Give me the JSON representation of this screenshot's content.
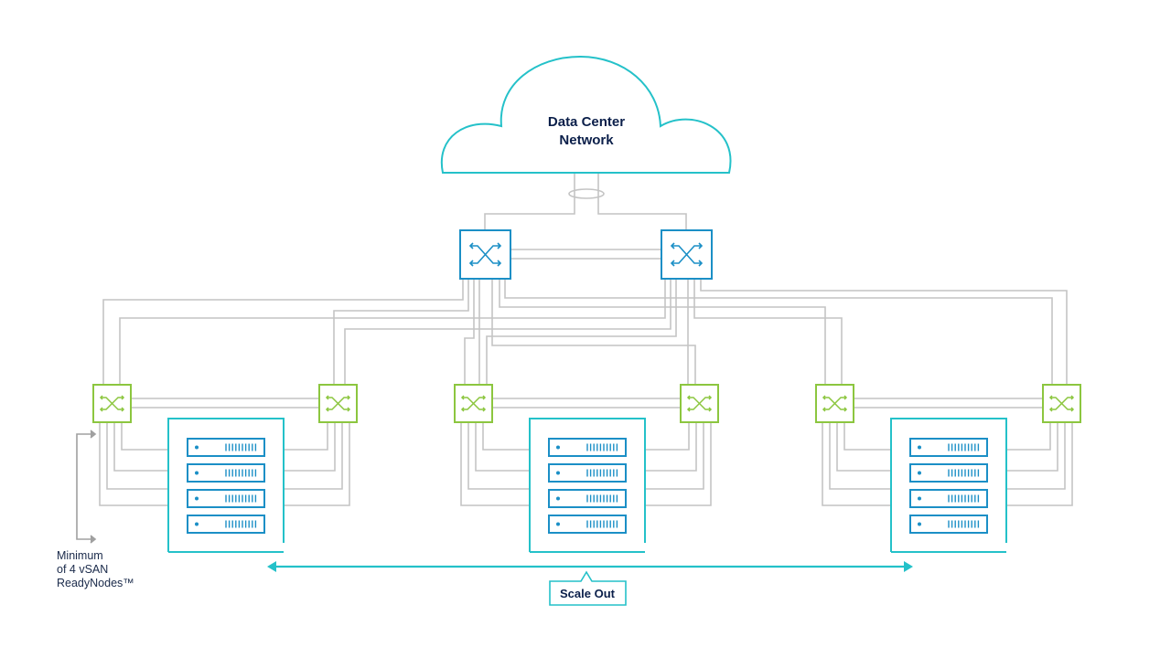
{
  "cloud": {
    "title_line1": "Data Center",
    "title_line2": "Network",
    "icon": "cloud-icon"
  },
  "spine_switches": [
    {
      "id": "spine-1",
      "icon": "switch-arrows-icon"
    },
    {
      "id": "spine-2",
      "icon": "switch-arrows-icon"
    }
  ],
  "leaf_switches": [
    {
      "id": "leaf-1",
      "icon": "switch-arrows-icon"
    },
    {
      "id": "leaf-2",
      "icon": "switch-arrows-icon"
    },
    {
      "id": "leaf-3",
      "icon": "switch-arrows-icon"
    },
    {
      "id": "leaf-4",
      "icon": "switch-arrows-icon"
    },
    {
      "id": "leaf-5",
      "icon": "switch-arrows-icon"
    },
    {
      "id": "leaf-6",
      "icon": "switch-arrows-icon"
    }
  ],
  "racks": [
    {
      "id": "rack-1",
      "servers": 4
    },
    {
      "id": "rack-2",
      "servers": 4
    },
    {
      "id": "rack-3",
      "servers": 4
    }
  ],
  "note": {
    "line1": "Minimum",
    "line2": "of 4 vSAN",
    "line3": "ReadyNodes™"
  },
  "scale": {
    "label": "Scale Out"
  },
  "colors": {
    "spine": "#1b8fc6",
    "leaf": "#8cc63f",
    "cloud": "#24c1c9",
    "rack": "#24c1c9",
    "wire": "#c4c4c4",
    "text": "#0b1f4a"
  }
}
